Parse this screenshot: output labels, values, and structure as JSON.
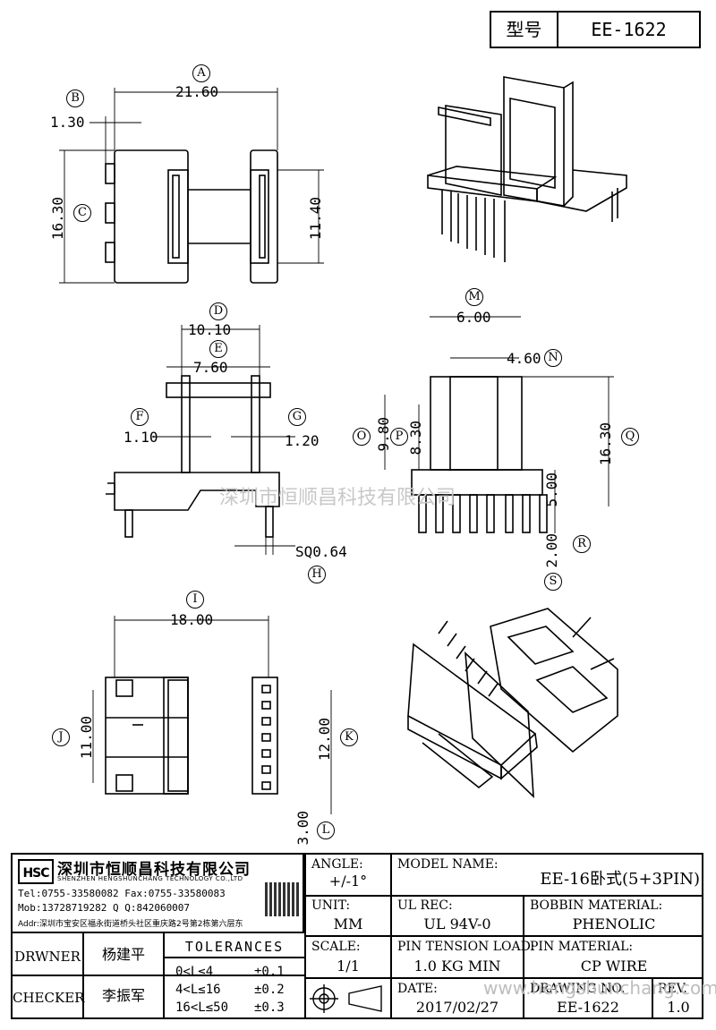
{
  "header": {
    "type_label": "型号",
    "model_code": "EE-1622"
  },
  "watermarks": {
    "center": "深圳市恒顺昌科技有限公司",
    "footer": "www.hengshunchang.com"
  },
  "dimensions": {
    "A": "21.60",
    "B": "1.30",
    "C": "16.30",
    "height_inner": "11.40",
    "D": "10.10",
    "E": "7.60",
    "F": "1.10",
    "G": "1.20",
    "H": "SQ0.64",
    "M": "6.00",
    "N": "4.60",
    "O": "9.80",
    "P": "8.30",
    "Q": "16.30",
    "R": "5.00",
    "S": "2.00",
    "I": "18.00",
    "J": "11.00",
    "K": "12.00",
    "L": "3.00"
  },
  "markers": [
    "A",
    "B",
    "C",
    "D",
    "E",
    "F",
    "G",
    "H",
    "I",
    "J",
    "K",
    "L",
    "M",
    "N",
    "O",
    "P",
    "Q",
    "R",
    "S"
  ],
  "company": {
    "logo": "HSC",
    "name_cn": "深圳市恒顺昌科技有限公司",
    "name_en": "SHENZHEN HENGSHUNCHANG TECHNOLOGY CO.,LTD",
    "tel_fax": "Tel:0755-33580082 Fax:0755-33580083",
    "mob_qq": "Mob:13728719282    Q  Q:842060007",
    "addr": "Addr:深圳市宝安区福永街道桥头社区重庆路2号第2栋第六层东"
  },
  "titleblock": {
    "angle_label": "ANGLE:",
    "angle_value": "+/-1°",
    "model_label": "MODEL NAME:",
    "model_value": "EE-16卧式(5+3PIN)",
    "unit_label": "UNIT:",
    "unit_value": "MM",
    "ulrec_label": "UL REC:",
    "ulrec_value": "UL 94V-0",
    "bobbin_label": "BOBBIN MATERIAL:",
    "bobbin_value": "PHENOLIC",
    "scale_label": "SCALE:",
    "scale_value": "1/1",
    "tension_label": "PIN TENSION LOAD:",
    "tension_value": "1.0 KG MIN",
    "pinmat_label": "PIN MATERIAL:",
    "pinmat_value": "CP WIRE",
    "date_label": "DATE:",
    "date_value": "2017/02/27",
    "drawno_label": "DRAWING NO.",
    "drawno_value": "EE-1622",
    "rev_label": "REV.",
    "rev_value": "1.0",
    "drawer_label": "DRWNER",
    "drawer_name": "杨建平",
    "checker_label": "CHECKER",
    "checker_name": "李振军",
    "tolerances_title": "TOLERANCES",
    "tolerances": [
      {
        "range": "0<L≤4",
        "tol": "±0.1"
      },
      {
        "range": "4<L≤16",
        "tol": "±0.2"
      },
      {
        "range": "16<L≤50",
        "tol": "±0.3"
      }
    ]
  }
}
